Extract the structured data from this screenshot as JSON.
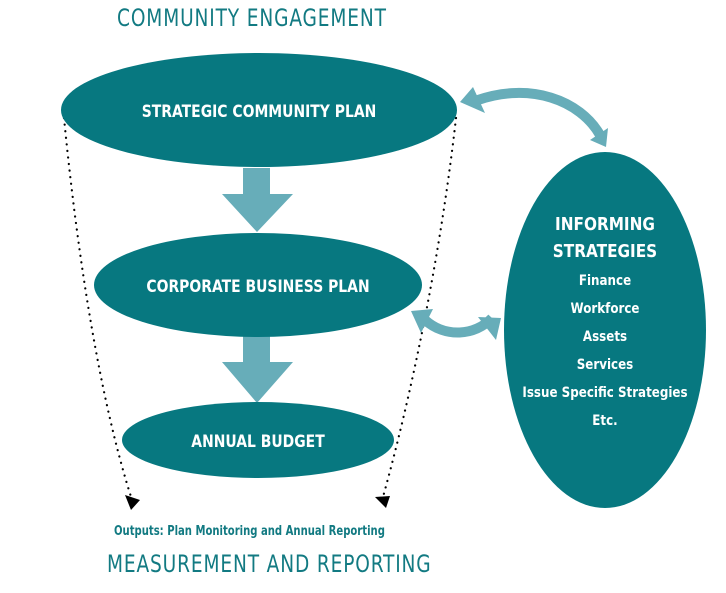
{
  "colors": {
    "ellipse_fill": "#077880",
    "arrow_fill": "#67adb9",
    "heading_text": "#127a82",
    "label_text": "#ffffff",
    "dotted_line": "#000000"
  },
  "header": {
    "title": "COMMUNITY ENGAGEMENT"
  },
  "footer": {
    "outputs_note": "Outputs: Plan Monitoring and Annual Reporting",
    "title": "MEASUREMENT AND REPORTING"
  },
  "hierarchy": [
    {
      "id": "strategic-community-plan",
      "label": "STRATEGIC COMMUNITY PLAN"
    },
    {
      "id": "corporate-business-plan",
      "label": "CORPORATE BUSINESS PLAN"
    },
    {
      "id": "annual-budget",
      "label": "ANNUAL BUDGET"
    }
  ],
  "informing_strategies": {
    "title_line1": "INFORMING",
    "title_line2": "STRATEGIES",
    "items": [
      "Finance",
      "Workforce",
      "Assets",
      "Services",
      "Issue Specific Strategies",
      "Etc."
    ]
  },
  "connectors": {
    "down_arrows": [
      {
        "from": "strategic-community-plan",
        "to": "corporate-business-plan"
      },
      {
        "from": "corporate-business-plan",
        "to": "annual-budget"
      }
    ],
    "two_way_arrows": [
      {
        "between": [
          "strategic-community-plan",
          "informing-strategies"
        ]
      },
      {
        "between": [
          "corporate-business-plan",
          "informing-strategies"
        ]
      }
    ],
    "dotted_arrows": [
      {
        "side": "left",
        "to": "outputs"
      },
      {
        "side": "right",
        "to": "outputs"
      }
    ]
  }
}
